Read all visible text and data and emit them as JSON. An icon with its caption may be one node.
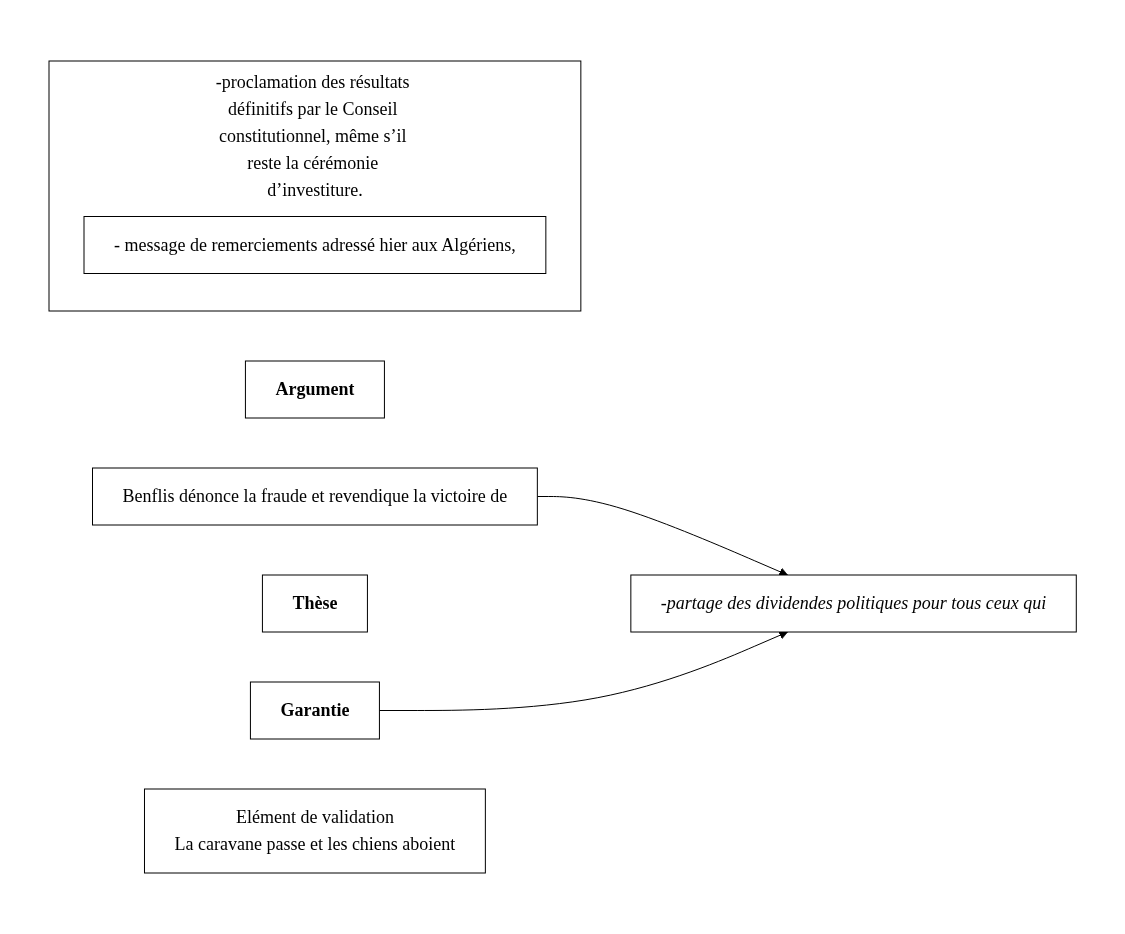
{
  "diagram": {
    "nodes": [
      {
        "text": [
          "Argument"
        ]
      },
      {
        "text": [
          "Benflis  dénonce la fraude et revendique la victoire de"
        ]
      },
      {
        "text": [
          "Thèse"
        ]
      },
      {
        "text": [
          "-partage des dividendes politiques pour tous ceux qui"
        ]
      },
      {
        "text": [
          "Garantie"
        ]
      },
      {
        "text": [
          "-proclamation des résultats définitifs par le Conseil constitutionnel, même s’il reste la cérémonie d’investiture."
        ]
      },
      {
        "text": [
          "- message de remerciements adressé hier aux Algériens,"
        ],
        "in": 5
      },
      {
        "text": [
          "Elément de validation",
          "La caravane passe et les chiens aboient"
        ]
      }
    ],
    "edges": [
      {
        "from": 1,
        "to": 3,
        "arrow": "to"
      },
      {
        "from": 4,
        "to": 3,
        "arrow": "to"
      }
    ]
  }
}
